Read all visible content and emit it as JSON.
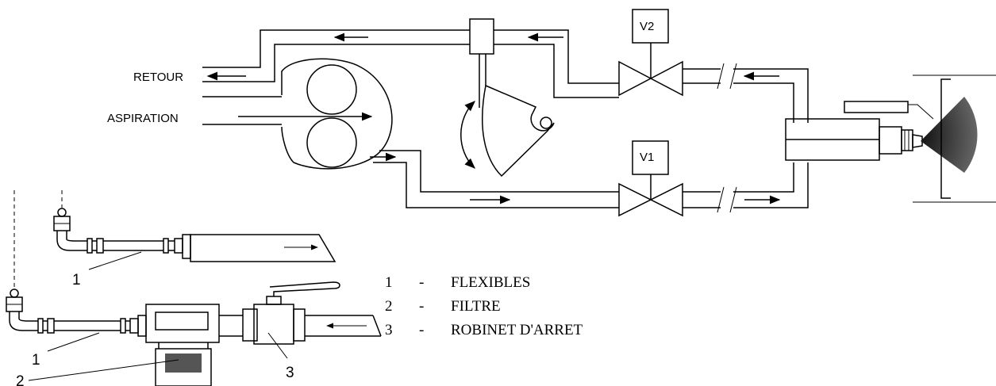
{
  "labels": {
    "retour": "RETOUR",
    "aspiration": "ASPIRATION",
    "v2": "V2",
    "v1": "V1"
  },
  "callouts": {
    "flexibles_top": "1",
    "flexibles_bottom": "1",
    "filtre": "2",
    "robinet": "3"
  },
  "legend": [
    {
      "num": "1",
      "dash": "-",
      "text": "FLEXIBLES"
    },
    {
      "num": "2",
      "dash": "-",
      "text": "FILTRE"
    },
    {
      "num": "3",
      "dash": "-",
      "text": "ROBINET D'ARRET"
    }
  ]
}
